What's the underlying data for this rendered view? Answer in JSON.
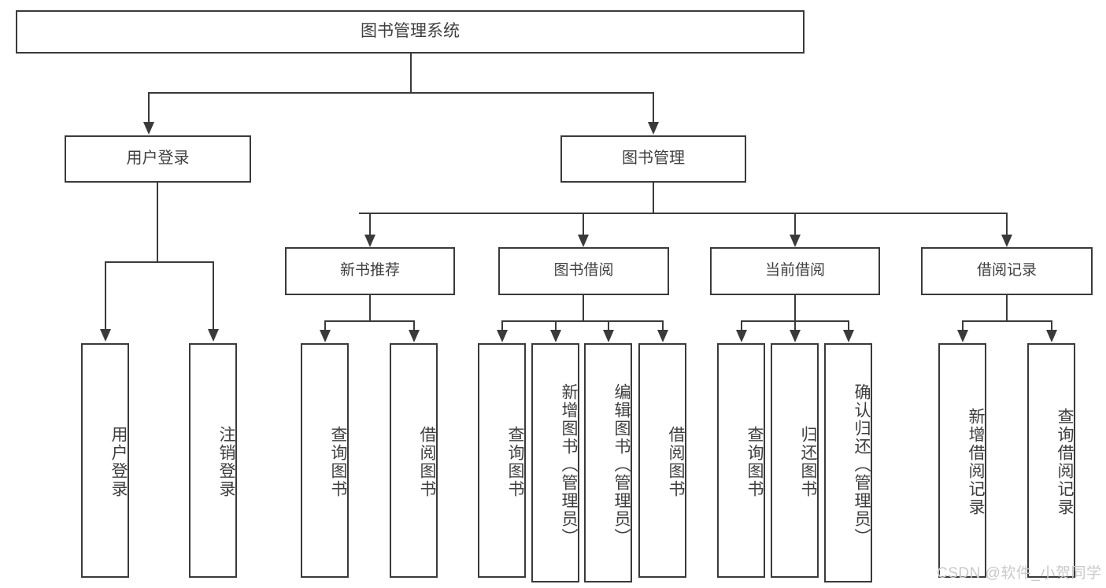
{
  "diagram": {
    "title": "图书管理系统",
    "type": "功能结构图",
    "root": {
      "label": "图书管理系统"
    },
    "level2": [
      {
        "label": "用户登录"
      },
      {
        "label": "图书管理"
      }
    ],
    "level3": [
      {
        "label": "新书推荐"
      },
      {
        "label": "图书借阅"
      },
      {
        "label": "当前借阅"
      },
      {
        "label": "借阅记录"
      }
    ],
    "leaves": {
      "user_login": [
        {
          "label": "用户登录"
        },
        {
          "label": "注销登录"
        }
      ],
      "new_book_recommend": [
        {
          "label": "查询图书"
        },
        {
          "label": "借阅图书"
        }
      ],
      "book_borrow": [
        {
          "label": "查询图书"
        },
        {
          "label": "新增图书（管理员）"
        },
        {
          "label": "编辑图书（管理员）"
        },
        {
          "label": "借阅图书"
        }
      ],
      "current_borrow": [
        {
          "label": "查询图书"
        },
        {
          "label": "归还图书"
        },
        {
          "label": "确认归还（管理员）"
        }
      ],
      "borrow_record": [
        {
          "label": "新增借阅记录"
        },
        {
          "label": "查询借阅记录"
        }
      ]
    }
  },
  "watermark": {
    "text": "CSDN @软件_小贺同学"
  },
  "colors": {
    "stroke": "#3a3a3a",
    "text": "#3f3f3f",
    "background": "#ffffff",
    "watermark": "#c9c9c9"
  }
}
